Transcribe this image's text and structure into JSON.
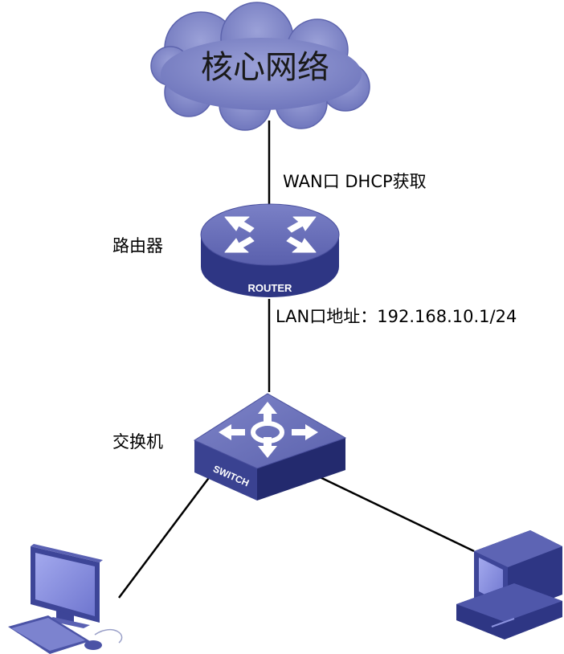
{
  "core_network": {
    "label": "核心网络"
  },
  "wan_link": {
    "label": "WAN口 DHCP获取"
  },
  "router": {
    "label": "路由器",
    "badge": "ROUTER"
  },
  "lan_link": {
    "label": "LAN口地址：192.168.10.1/24"
  },
  "switch": {
    "label": "交换机",
    "badge": "SWITCH"
  },
  "colors": {
    "cloud_fill": "#7f86c4",
    "device_top": "#6b71b8",
    "device_side": "#2e3684",
    "screen": "#8c93e0",
    "link_line": "#000000"
  },
  "icons": [
    "cloud-icon",
    "router-icon",
    "switch-icon",
    "desktop-pc-icon",
    "server-pc-icon"
  ]
}
